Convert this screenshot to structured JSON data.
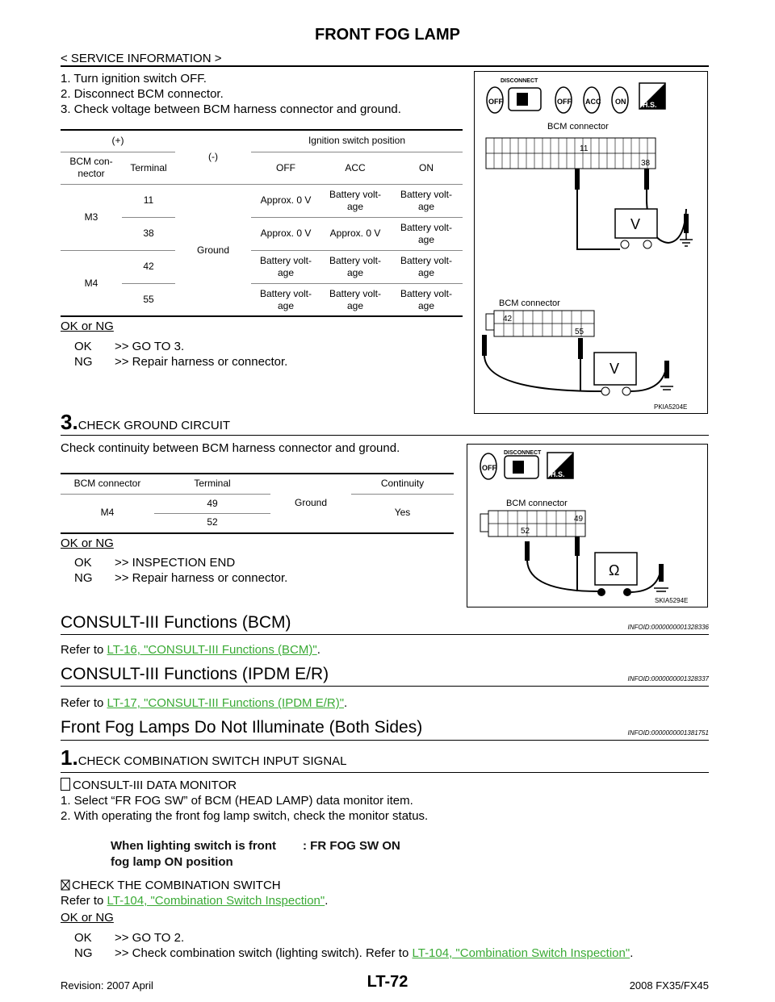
{
  "header": {
    "title": "FRONT FOG LAMP",
    "section": "< SERVICE INFORMATION >"
  },
  "step2": {
    "items": [
      "1. Turn ignition switch OFF.",
      "2. Disconnect BCM connector.",
      "3. Check voltage between BCM harness connector and ground."
    ],
    "table": {
      "plus": "(+)",
      "minus": "(-)",
      "ign_header": "Ignition switch position",
      "bcm_con": "BCM con-\nnector",
      "terminal": "Terminal",
      "off": "OFF",
      "acc": "ACC",
      "on": "ON",
      "ground": "Ground",
      "m3": "M3",
      "m4": "M4",
      "rows": [
        {
          "term": "11",
          "off": "Approx. 0 V",
          "acc": "Battery volt-\nage",
          "on": "Battery volt-\nage"
        },
        {
          "term": "38",
          "off": "Approx. 0 V",
          "acc": "Approx. 0 V",
          "on": "Battery volt-\nage"
        },
        {
          "term": "42",
          "off": "Battery volt-\nage",
          "acc": "Battery volt-\nage",
          "on": "Battery volt-\nage"
        },
        {
          "term": "55",
          "off": "Battery volt-\nage",
          "acc": "Battery volt-\nage",
          "on": "Battery volt-\nage"
        }
      ]
    },
    "okng": "OK or NG",
    "ok": "OK",
    "ok_action": ">> GO TO 3.",
    "ng": "NG",
    "ng_action": ">> Repair harness or connector."
  },
  "fig1": {
    "disconnect": "DISCONNECT",
    "off": "OFF",
    "acc": "ACC",
    "on": "ON",
    "hs": "H.S.",
    "bcm1": "BCM connector",
    "pin11": "11",
    "pin38": "38",
    "volt": "V",
    "bcm2": "BCM connector",
    "pin42": "42",
    "pin55": "55",
    "code": "PKIA5204E"
  },
  "step3": {
    "num": "3.",
    "title": "CHECK GROUND CIRCUIT",
    "desc": "Check continuity between BCM harness connector and ground.",
    "table": {
      "bcm": "BCM connector",
      "terminal": "Terminal",
      "ground": "Ground",
      "continuity": "Continuity",
      "m4": "M4",
      "t49": "49",
      "t52": "52",
      "yes": "Yes"
    },
    "okng": "OK or NG",
    "ok": "OK",
    "ok_action": ">> INSPECTION END",
    "ng": "NG",
    "ng_action": ">> Repair harness or connector."
  },
  "fig2": {
    "disconnect": "DISCONNECT",
    "off": "OFF",
    "hs": "H.S.",
    "bcm": "BCM connector",
    "pin49": "49",
    "pin52": "52",
    "ohm": "Ω",
    "code": "SKIA5294E"
  },
  "consult_bcm": {
    "title": "CONSULT-III Functions (BCM)",
    "infoid": "INFOID:0000000001328336",
    "refer": "Refer to ",
    "link": "LT-16, \"CONSULT-III Functions (BCM)\"",
    "end": "."
  },
  "consult_ipdm": {
    "title": "CONSULT-III Functions (IPDM E/R)",
    "infoid": "INFOID:0000000001328337",
    "refer": "Refer to ",
    "link": "LT-17, \"CONSULT-III Functions (IPDM E/R)\"",
    "end": "."
  },
  "fog_section": {
    "title": "Front Fog Lamps Do Not Illuminate (Both Sides)",
    "infoid": "INFOID:0000000001381751",
    "step_num": "1.",
    "step_title": "CHECK COMBINATION SWITCH INPUT SIGNAL",
    "monitor": "CONSULT-III DATA MONITOR",
    "item1": "1. Select “FR FOG SW” of BCM (HEAD LAMP) data monitor item.",
    "item2": "2. With operating the front fog lamp switch, check the monitor status.",
    "note_left": "When lighting switch is front\nfog lamp ON position",
    "note_right": ": FR FOG SW ON",
    "check": "CHECK THE COMBINATION SWITCH",
    "refer": "Refer to ",
    "link1": "LT-104, \"Combination Switch Inspection\"",
    "end1": ".",
    "okng": "OK or NG",
    "ok": "OK",
    "ok_action": ">> GO TO 2.",
    "ng": "NG",
    "ng_action": ">> Check combination switch (lighting switch). Refer to ",
    "link2": "LT-104, \"Combination Switch Inspection\"",
    "end2": "."
  },
  "footer": {
    "revision": "Revision: 2007 April",
    "page": "LT-72",
    "model": "2008 FX35/FX45"
  }
}
